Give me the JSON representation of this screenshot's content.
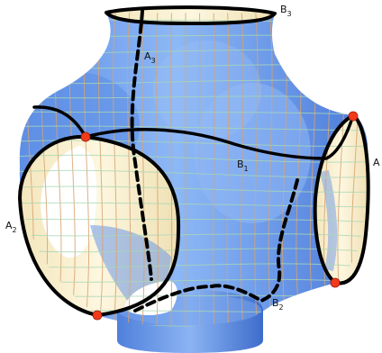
{
  "labels": {
    "a_main": "A",
    "a_sub_2": "2",
    "a_sub_3": "3",
    "b_main": "B",
    "b_sub_1": "1",
    "b_sub_2": "2",
    "b_sub_3": "3"
  },
  "colors": {
    "surface_blue": "#6f9ff0",
    "surface_dark_blue": "#3d6fd3",
    "surface_cream": "#fbf3d5",
    "grid_orange": "#d9a16e",
    "grid_green": "#a9d7b4",
    "outline": "#000000",
    "marker": "#f23a1a"
  }
}
